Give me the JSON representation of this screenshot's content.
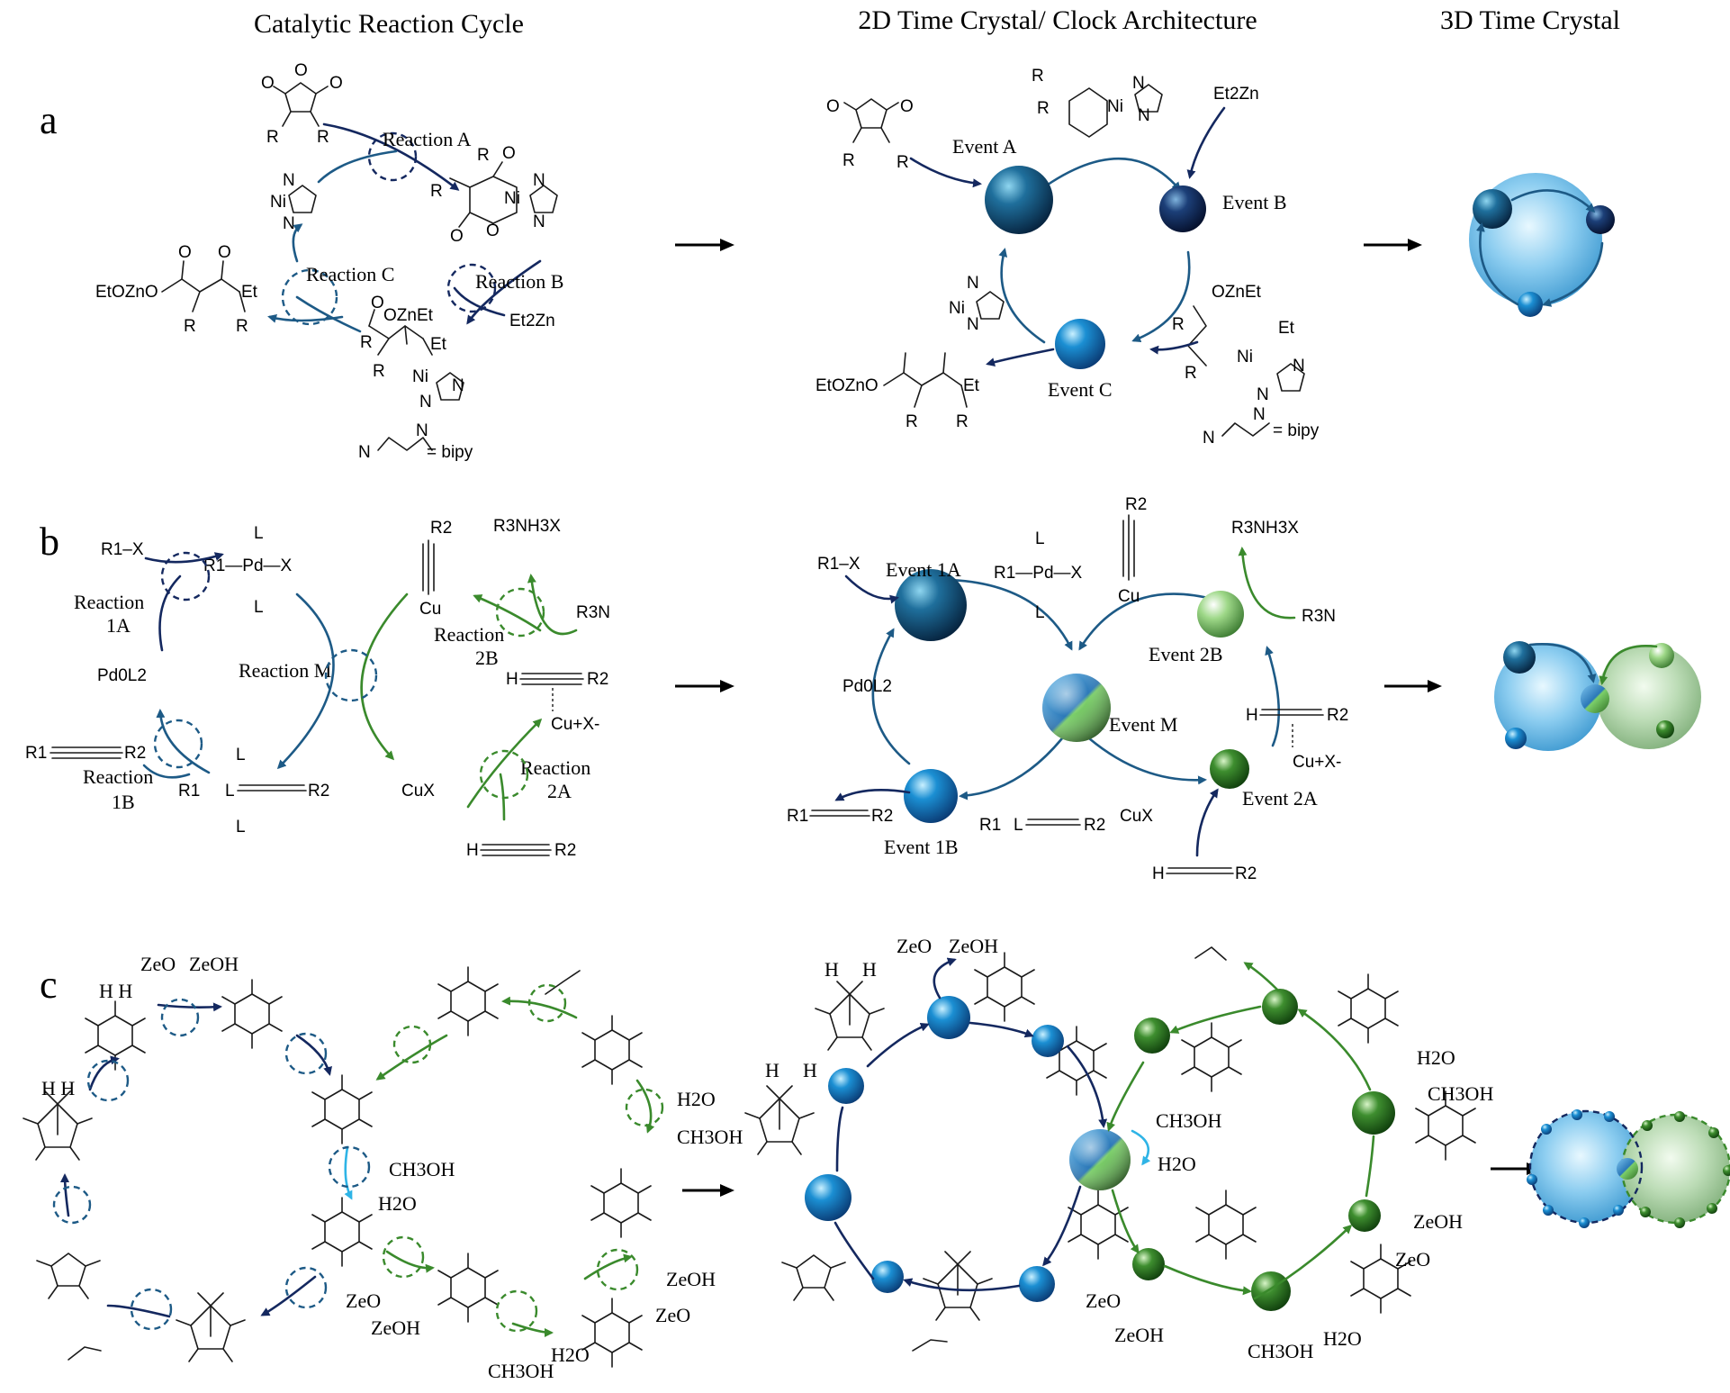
{
  "headers": {
    "col1": "Catalytic Reaction Cycle",
    "col2": "2D Time Crystal/ Clock Architecture",
    "col3": "3D Time Crystal"
  },
  "panels": [
    "a",
    "b",
    "c"
  ],
  "panel_a": {
    "cycle": {
      "reaction_a": "Reaction A",
      "reaction_b": "Reaction B",
      "reaction_c": "Reaction C",
      "et2zn": "Et2Zn",
      "ozn_et": "OZnEt",
      "etozno": "EtOZnO",
      "et": "Et",
      "ni": "Ni",
      "n": "N",
      "r": "R",
      "o": "O",
      "bipy_eq": "= bipy"
    },
    "clock": {
      "event_a": "Event A",
      "event_b": "Event B",
      "event_c": "Event C",
      "et2zn": "Et2Zn",
      "ozn_et": "OZnEt",
      "etozno": "EtOZnO",
      "bipy_eq": "= bipy"
    }
  },
  "panel_b": {
    "cycle": {
      "r1x": "R1–X",
      "reaction_1a": [
        "Reaction",
        "1A"
      ],
      "reaction_1b": [
        "Reaction",
        "1B"
      ],
      "reaction_m": "Reaction M",
      "reaction_2a": [
        "Reaction",
        "2A"
      ],
      "reaction_2b": [
        "Reaction",
        "2B"
      ],
      "pd0l2": "Pd0L2",
      "r1pdx": "R1—Pd—X",
      "l": "L",
      "r2": "R2",
      "cu": "Cu",
      "r3nh3x": "R3NH3X",
      "r3n": "R3N",
      "cux": "CuX",
      "cuplusx": "Cu+X-",
      "h_alkyne": "H",
      "r1_alkyne": "R1"
    },
    "clock": {
      "event_1a": "Event 1A",
      "event_1b": "Event 1B",
      "event_m": "Event M",
      "event_2a": "Event 2A",
      "event_2b": "Event 2B"
    }
  },
  "panel_c": {
    "cycle": {
      "zeo_zeoh_top": [
        "ZeO",
        "ZeOH"
      ],
      "ch3oh": "CH3OH",
      "h2o": "H2O",
      "zeo": "ZeO",
      "zeoh": "ZeOH",
      "hh": "H H"
    },
    "clock": {
      "zeo_zeoh_top": [
        "ZeO",
        "ZeOH"
      ],
      "ch3oh": "CH3OH",
      "h2o": "H2O",
      "zeo": "ZeO",
      "zeoh": "ZeOH",
      "h": "H"
    }
  },
  "colors": {
    "navy": "#14285f",
    "mid_blue": "#1d5a86",
    "light_blue": "#2fb4e6",
    "green": "#3a8a2c",
    "sky_sphere": "#8fd0f0",
    "sage_sphere": "#b8d8b4"
  }
}
